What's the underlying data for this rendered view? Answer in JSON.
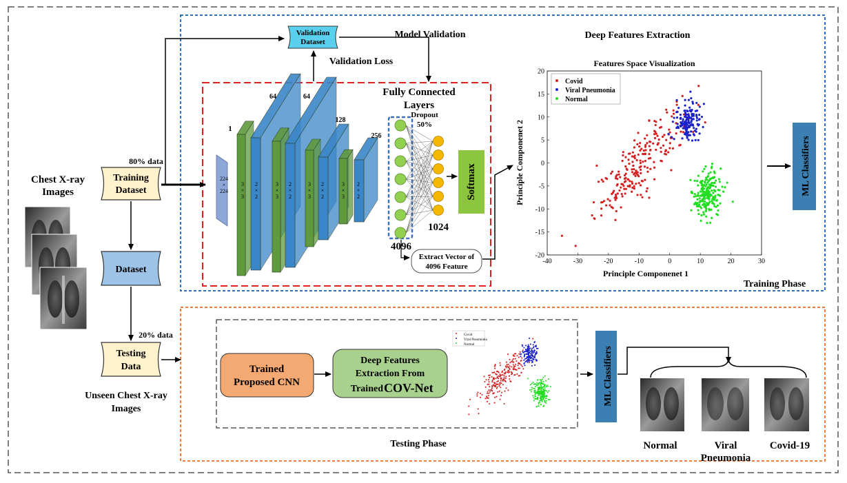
{
  "input": {
    "title": [
      "Chest X-ray",
      "Images"
    ],
    "training_dataset": [
      "Training",
      "Dataset"
    ],
    "train_split": "80% data",
    "dataset": "Dataset",
    "testing_data": [
      "Testing",
      "Data"
    ],
    "test_split": "20% data",
    "unseen": [
      "Unseen Chest X-ray",
      "Images"
    ]
  },
  "validation": {
    "box": [
      "Validation",
      "Dataset"
    ],
    "model_validation": "Model Validation",
    "validation_loss": "Validation Loss"
  },
  "cnn": {
    "channels": [
      "1",
      "64",
      "64",
      "128",
      "256"
    ],
    "input_size": [
      "224",
      "×",
      "224"
    ],
    "kernel": [
      "3",
      "×",
      "3"
    ],
    "pool": [
      "2",
      "×",
      "2"
    ],
    "fc_title": [
      "Fully Connected",
      "Layers"
    ],
    "dropout": [
      "Dropout",
      "50%"
    ],
    "fc_units_1": "4096",
    "fc_units_2": "1024",
    "softmax": "Softmax",
    "extract": [
      "Extract Vector of",
      "4096 Feature"
    ]
  },
  "features": {
    "header": "Deep Features Extraction",
    "training_phase": "Training Phase",
    "ml_classifiers": "ML Classifiers"
  },
  "chart_data": {
    "type": "scatter",
    "title": "Features Space Visualization",
    "xlabel": "Principle Componenet 1",
    "ylabel": "Principle Componenet 2",
    "xlim": [
      -40,
      30
    ],
    "ylim": [
      -20,
      20
    ],
    "xticks": [
      -40,
      -30,
      -20,
      -10,
      0,
      10,
      20,
      30
    ],
    "yticks": [
      20,
      15,
      10,
      5,
      0,
      -5,
      -10,
      -15,
      -20
    ],
    "legend_position": "top-left",
    "series": [
      {
        "name": "Covid",
        "color": "#d42020",
        "center": [
          -10,
          0
        ],
        "spread": [
          8,
          6
        ],
        "n": 230
      },
      {
        "name": "Viral Pneumonia",
        "color": "#1a22c8",
        "center": [
          6,
          9
        ],
        "spread": [
          4,
          3.5
        ],
        "n": 150
      },
      {
        "name": "Normal",
        "color": "#22dd22",
        "center": [
          12,
          -7
        ],
        "spread": [
          4,
          4.5
        ],
        "n": 210
      }
    ]
  },
  "testing": {
    "trained_cnn": [
      "Trained",
      "Proposed CNN"
    ],
    "deep_features": [
      "Deep Features",
      "Extraction From",
      "Trained "
    ],
    "covnet": "COV-Net",
    "mini_legend": [
      "Covid",
      "Viral Pneumonia",
      "Normal"
    ],
    "ml_classifiers": "ML Classifiers",
    "phase": "Testing Phase",
    "outputs": [
      "Normal",
      "Viral",
      "Pneumonia",
      "Covid-19"
    ]
  },
  "colors": {
    "blue_dash": "#2d6fc6",
    "red_dash": "#e32020",
    "orange_dash": "#ec7d3a",
    "green_layer": "#5f9a3f",
    "blue_layer": "#3a86c8",
    "neuron_green": "#92d050",
    "neuron_orange": "#f5b800",
    "softmax": "#8cc63f",
    "ml_box": "#3c7fb3",
    "cnn_box": "#f4a973",
    "deep_box": "#a9d18e",
    "scroll": "#fff2cc",
    "dataset_blue": "#9dc3e6",
    "val_box": "#5ad0ee"
  }
}
